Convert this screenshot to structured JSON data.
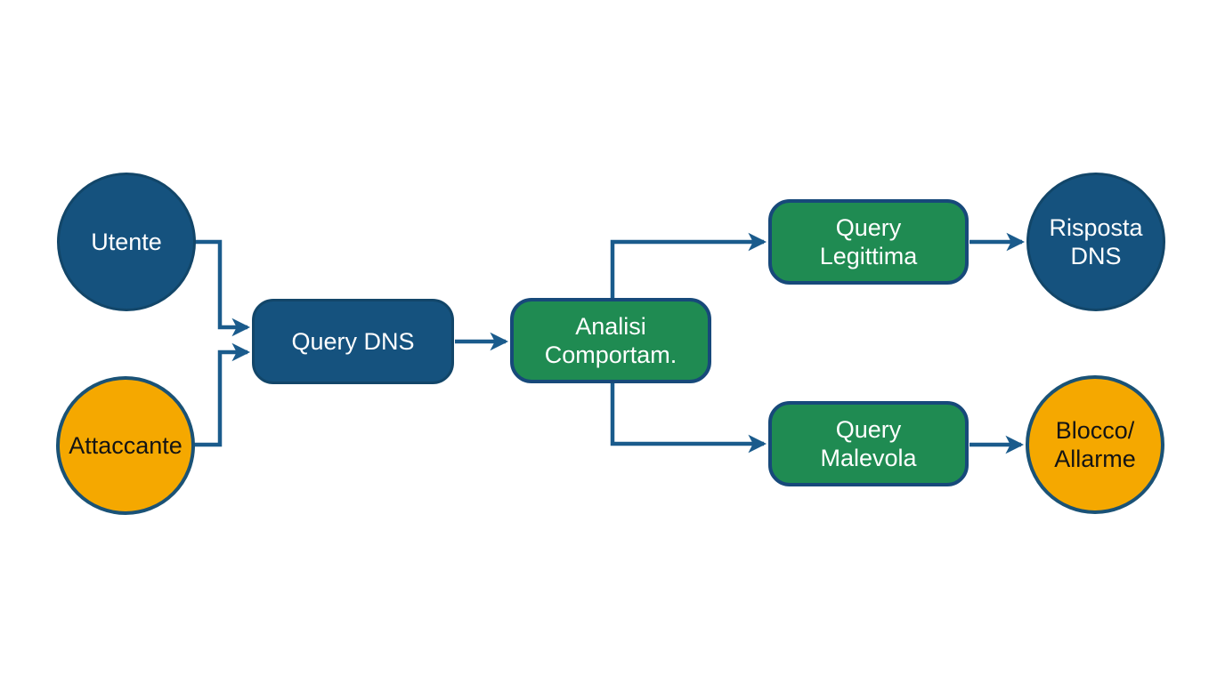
{
  "diagram": {
    "type": "flowchart"
  },
  "colors": {
    "node_blue": "#15527E",
    "node_green": "#1F8B52",
    "node_orange": "#F5A800",
    "border_blue": "#17497A",
    "connector": "#1A5B8C",
    "text_light": "#FFFFFF",
    "text_dark": "#141414",
    "background": "#FFFFFF"
  },
  "nodes": {
    "utente": {
      "label": "Utente",
      "shape": "circle",
      "fill": "blue"
    },
    "attaccante": {
      "label": "Attaccante",
      "shape": "circle",
      "fill": "orange"
    },
    "query_dns": {
      "label": "Query DNS",
      "shape": "rect",
      "fill": "blue"
    },
    "analisi": {
      "label": "Analisi\nComportam.",
      "shape": "rect",
      "fill": "green"
    },
    "query_legittima": {
      "label": "Query\nLegittima",
      "shape": "rect",
      "fill": "green"
    },
    "query_malevola": {
      "label": "Query\nMalevola",
      "shape": "rect",
      "fill": "green"
    },
    "risposta_dns": {
      "label": "Risposta\nDNS",
      "shape": "circle",
      "fill": "blue"
    },
    "blocco_allarme": {
      "label": "Blocco/\nAllarme",
      "shape": "circle",
      "fill": "orange"
    }
  },
  "edges": [
    {
      "from": "utente",
      "to": "query_dns"
    },
    {
      "from": "attaccante",
      "to": "query_dns"
    },
    {
      "from": "query_dns",
      "to": "analisi"
    },
    {
      "from": "analisi",
      "to": "query_legittima"
    },
    {
      "from": "analisi",
      "to": "query_malevola"
    },
    {
      "from": "query_legittima",
      "to": "risposta_dns"
    },
    {
      "from": "query_malevola",
      "to": "blocco_allarme"
    }
  ]
}
